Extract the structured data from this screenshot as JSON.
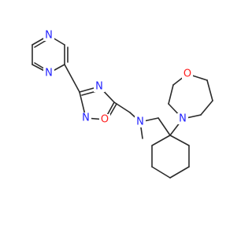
{
  "diagram": {
    "type": "chemical-structure",
    "atom_labels": {
      "pyrazine_n1": "N",
      "pyrazine_n2": "N",
      "oxadiazole_n4": "N",
      "oxadiazole_n2": "N",
      "oxadiazole_o": "O",
      "amine_n": "N",
      "methyl": "",
      "morpholine_n": "N",
      "morpholine_o": "O"
    },
    "colors": {
      "bond": "#2b2b2b",
      "nitrogen": "#1f1fff",
      "oxygen": "#ff1f1f",
      "background": "#ffffff"
    }
  }
}
